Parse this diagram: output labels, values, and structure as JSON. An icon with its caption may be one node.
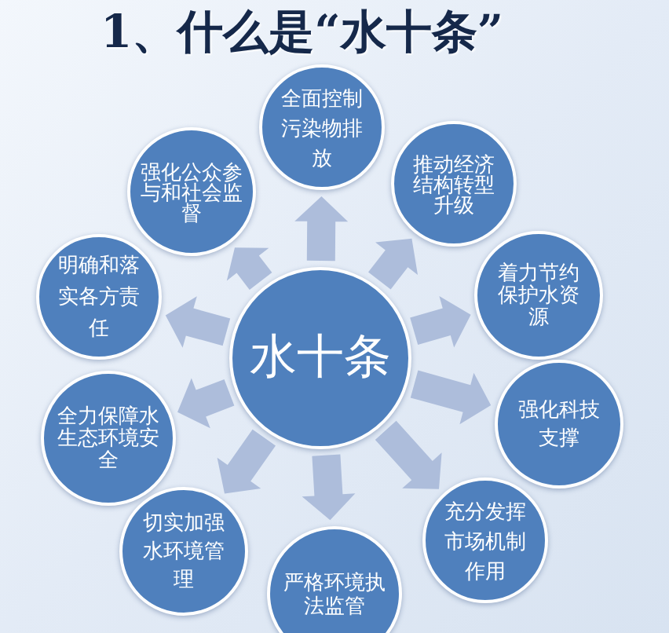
{
  "diagram": {
    "title": "1、什么是“水十条”",
    "nodes": [
      {
        "text": [
          "水十条"
        ]
      },
      {
        "text": [
          "全面控制污染物排放"
        ]
      },
      {
        "text": [
          "推动经济结构转型升级"
        ]
      },
      {
        "text": [
          "着力节约保护水资源"
        ]
      },
      {
        "text": [
          "强化科技支撑"
        ]
      },
      {
        "text": [
          "充分发挥市场机制作用"
        ]
      },
      {
        "text": [
          "严格环境执法监管"
        ]
      },
      {
        "text": [
          "切实加强水环境管理"
        ]
      },
      {
        "text": [
          "全力保障水生态环境安全"
        ]
      },
      {
        "text": [
          "明确和落实各方责任"
        ]
      },
      {
        "text": [
          "强化公众参与和社会监督"
        ]
      }
    ],
    "edges": [
      {
        "from": 0,
        "to": 1,
        "arrow": "to"
      },
      {
        "from": 0,
        "to": 2,
        "arrow": "to"
      },
      {
        "from": 0,
        "to": 3,
        "arrow": "to"
      },
      {
        "from": 0,
        "to": 4,
        "arrow": "to"
      },
      {
        "from": 0,
        "to": 5,
        "arrow": "to"
      },
      {
        "from": 0,
        "to": 6,
        "arrow": "to"
      },
      {
        "from": 0,
        "to": 7,
        "arrow": "to"
      },
      {
        "from": 0,
        "to": 8,
        "arrow": "to"
      },
      {
        "from": 0,
        "to": 9,
        "arrow": "to"
      },
      {
        "from": 0,
        "to": 10,
        "arrow": "to"
      }
    ]
  }
}
